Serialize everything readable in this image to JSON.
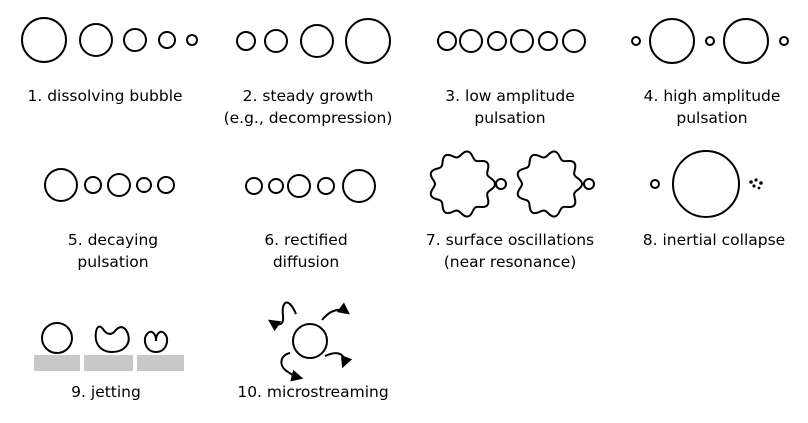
{
  "figure": {
    "panels": [
      {
        "id": "dissolving-bubble",
        "number": "1.",
        "lines": [
          "dissolving bubble"
        ]
      },
      {
        "id": "steady-growth",
        "number": "2.",
        "lines": [
          "steady growth",
          "(e.g., decompression)"
        ]
      },
      {
        "id": "low-amplitude-pulsation",
        "number": "3.",
        "lines": [
          "low amplitude",
          "pulsation"
        ]
      },
      {
        "id": "high-amplitude-pulsation",
        "number": "4.",
        "lines": [
          "high amplitude",
          "pulsation"
        ]
      },
      {
        "id": "decaying-pulsation",
        "number": "5.",
        "lines": [
          "decaying",
          "pulsation"
        ]
      },
      {
        "id": "rectified-diffusion",
        "number": "6.",
        "lines": [
          "rectified",
          "diffusion"
        ]
      },
      {
        "id": "surface-oscillations",
        "number": "7.",
        "lines": [
          "surface oscillations",
          "(near resonance)"
        ]
      },
      {
        "id": "inertial-collapse",
        "number": "8.",
        "lines": [
          "inertial collapse"
        ]
      },
      {
        "id": "jetting",
        "number": "9.",
        "lines": [
          "jetting"
        ]
      },
      {
        "id": "microstreaming",
        "number": "10.",
        "lines": [
          "microstreaming"
        ]
      }
    ]
  }
}
